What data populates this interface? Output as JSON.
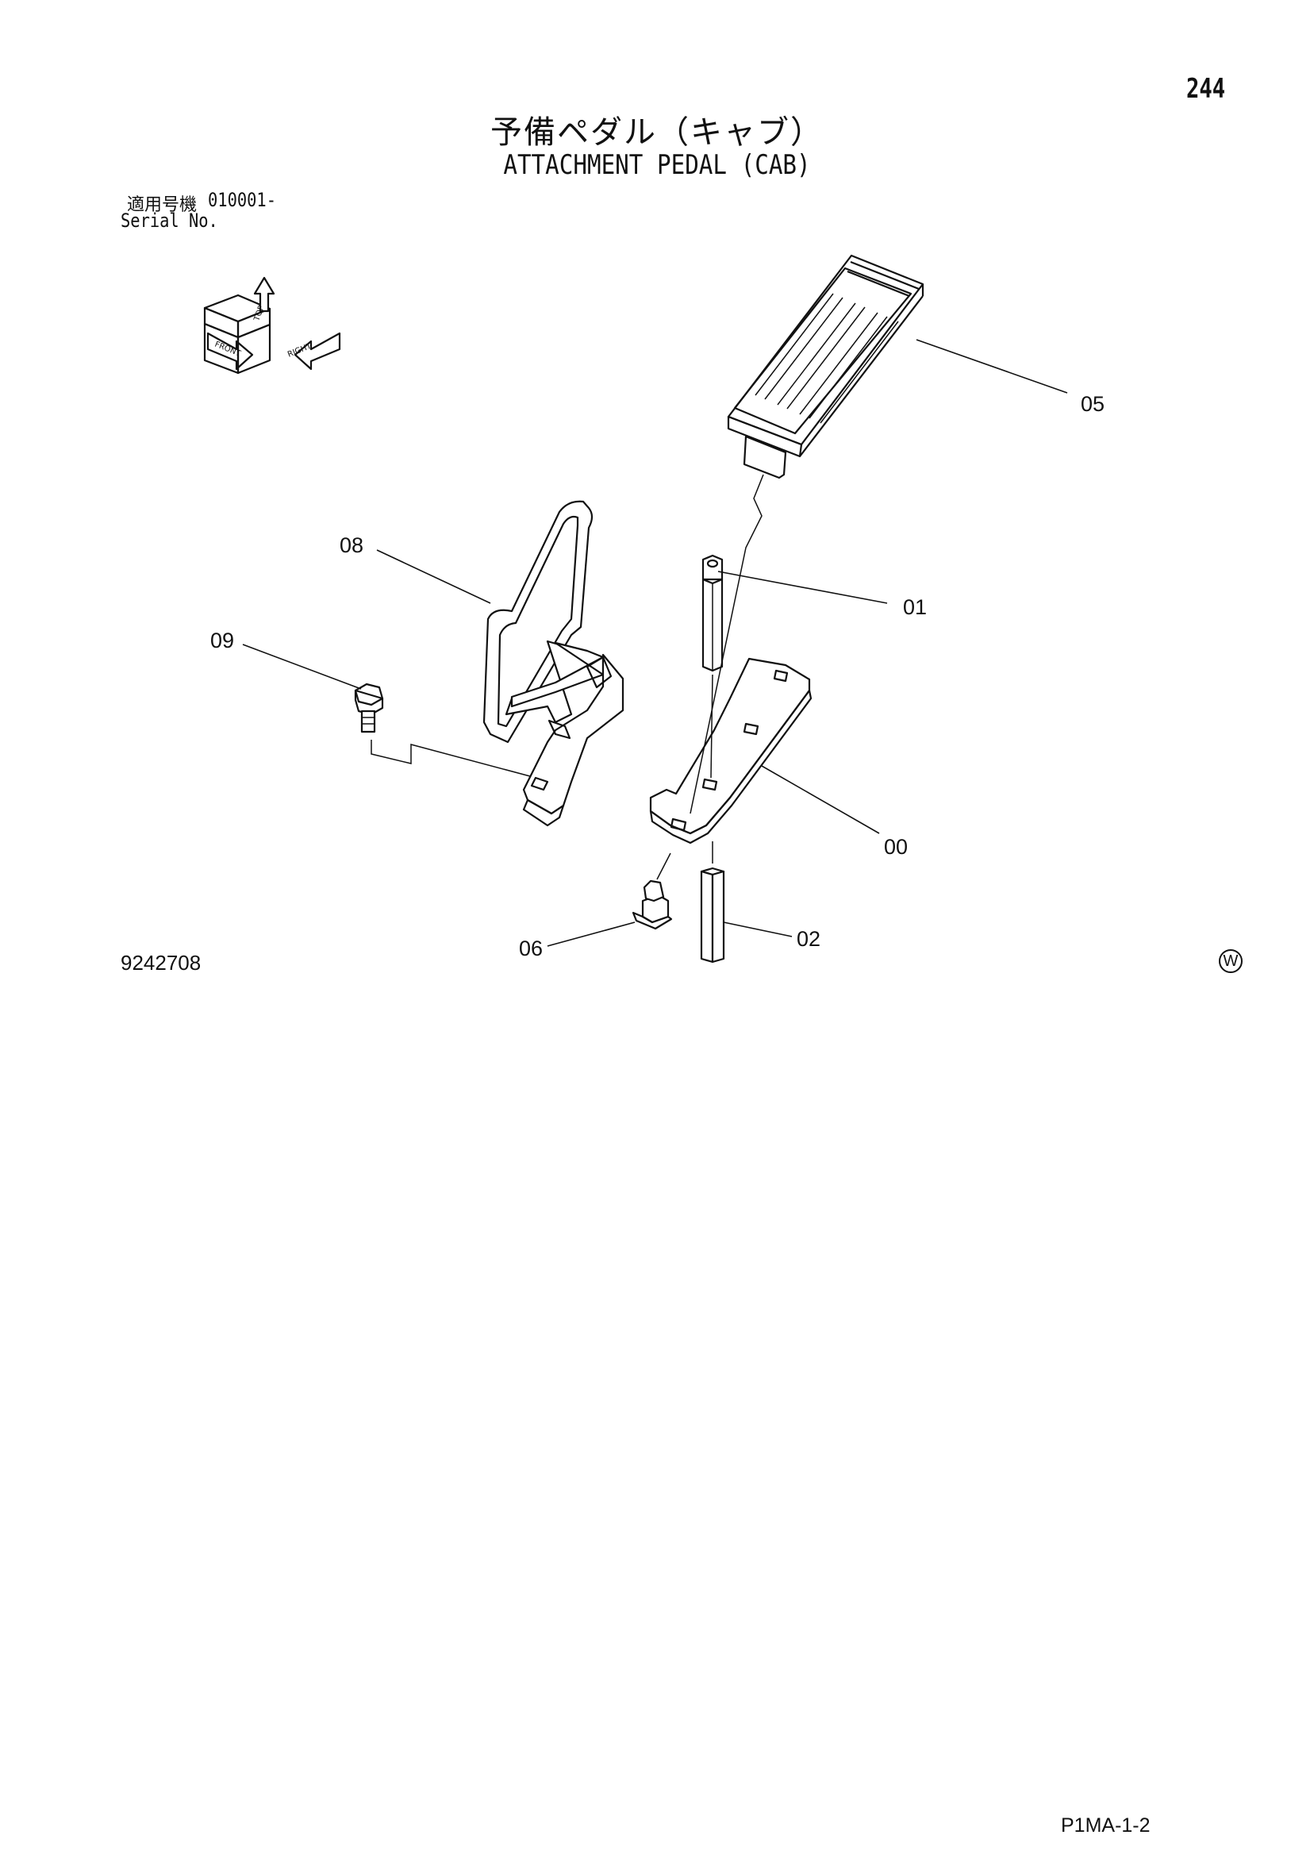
{
  "header": {
    "page_number": "244",
    "title_ja": "予備ペダル（キャブ）",
    "title_en": "ATTACHMENT PEDAL (CAB)"
  },
  "serial": {
    "label_ja": "適用号機",
    "value": "010001-",
    "label_en": "Serial No."
  },
  "orientation": {
    "labels": [
      "TOP",
      "FRONT",
      "RIGHT"
    ]
  },
  "callouts": [
    {
      "id": "c05",
      "label": "05"
    },
    {
      "id": "c08",
      "label": "08"
    },
    {
      "id": "c01",
      "label": "01"
    },
    {
      "id": "c09",
      "label": "09"
    },
    {
      "id": "c00",
      "label": "00"
    },
    {
      "id": "c06",
      "label": "06"
    },
    {
      "id": "c02",
      "label": "02"
    }
  ],
  "figure_number": "9242708",
  "watermark": "W",
  "footer_code": "P1MA-1-2"
}
